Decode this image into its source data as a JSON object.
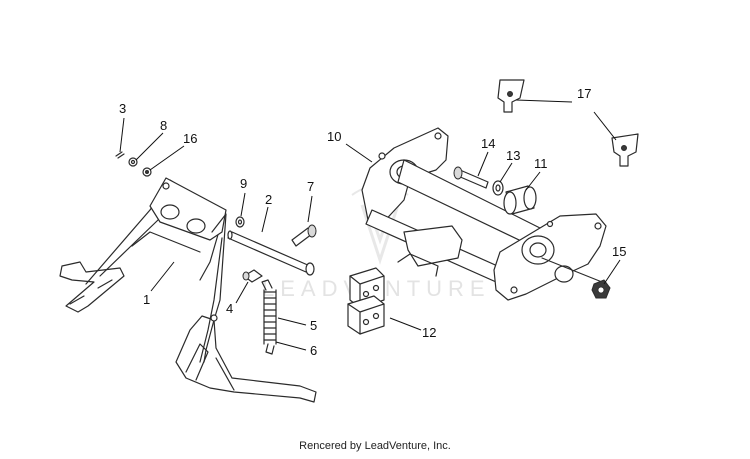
{
  "diagram": {
    "callouts": [
      "1",
      "2",
      "3",
      "4",
      "5",
      "6",
      "7",
      "8",
      "9",
      "10",
      "11",
      "12",
      "13",
      "14",
      "15",
      "16",
      "17"
    ],
    "watermark": "LEADVENTURE"
  },
  "footer": {
    "credit": "Rencered by LeadVenture, Inc."
  }
}
